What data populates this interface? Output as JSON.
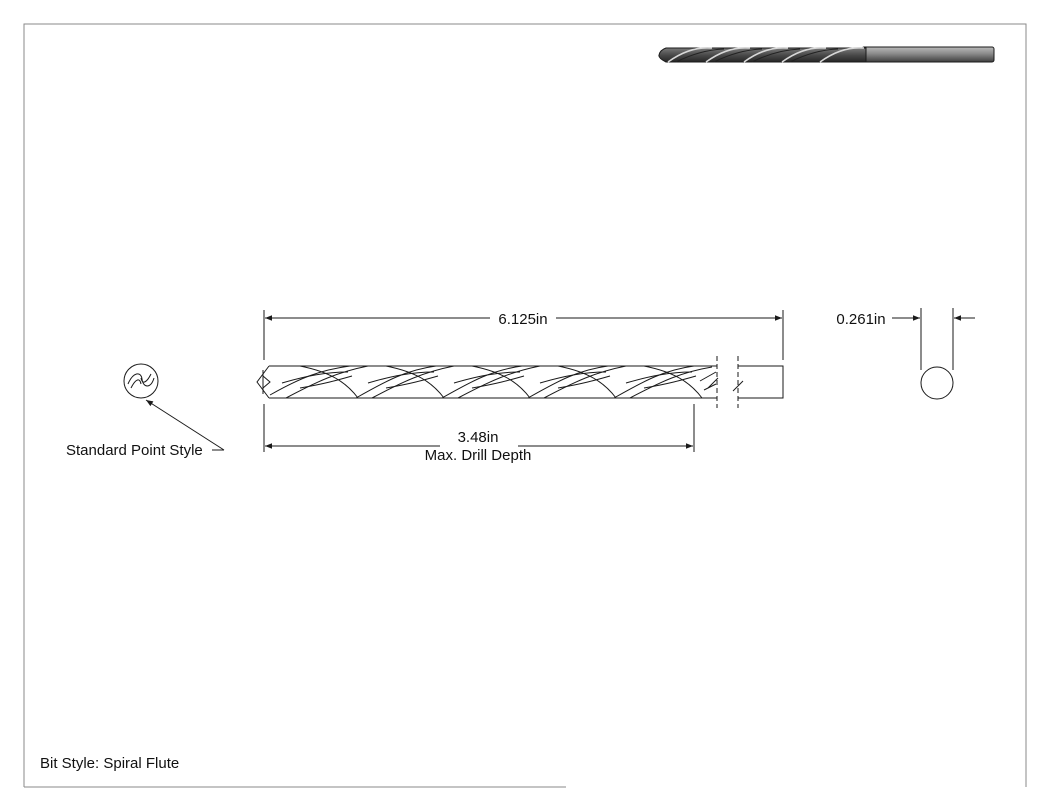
{
  "overall_length": "6.125in",
  "shank_diameter": "0.261in",
  "drill_depth": {
    "value": "3.48in",
    "caption": "Max. Drill Depth"
  },
  "point_style_label": "Standard Point Style",
  "bit_style": "Bit Style: Spiral Flute",
  "colors": {
    "line": "#1a1a1a",
    "frame": "#8a8a8a",
    "thumbnail_body": "#555555"
  }
}
